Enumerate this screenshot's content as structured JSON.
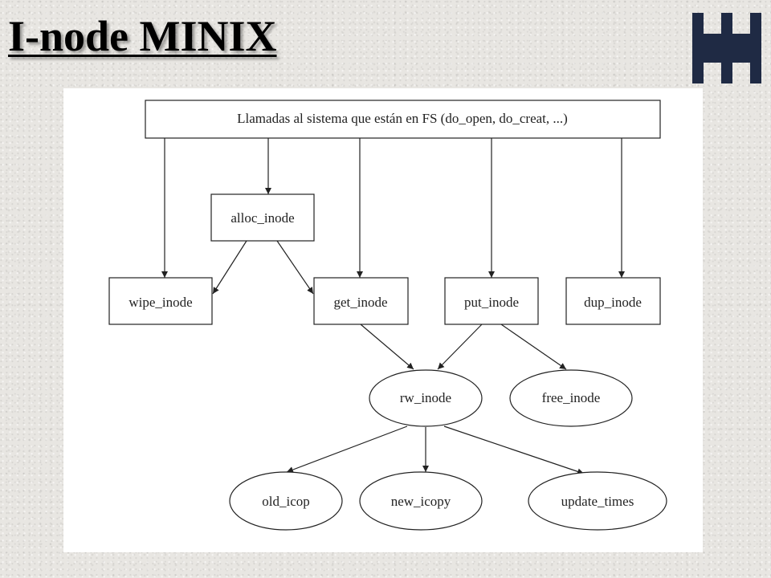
{
  "slide": {
    "title": "I-node MINIX"
  },
  "logo": {
    "icon": "utn-logo-icon",
    "color": "#1f2a44"
  },
  "diagram": {
    "nodes": {
      "syscalls": "Llamadas al sistema que están en FS (do_open, do_creat, ...)",
      "alloc_inode": "alloc_inode",
      "wipe_inode": "wipe_inode",
      "get_inode": "get_inode",
      "put_inode": "put_inode",
      "dup_inode": "dup_inode",
      "rw_inode": "rw_inode",
      "free_inode": "free_inode",
      "old_icopy": "old_icop",
      "new_icopy": "new_icopy",
      "update_times": "update_times"
    },
    "edges": [
      [
        "syscalls",
        "wipe_inode"
      ],
      [
        "syscalls",
        "alloc_inode"
      ],
      [
        "syscalls",
        "get_inode"
      ],
      [
        "syscalls",
        "put_inode"
      ],
      [
        "syscalls",
        "dup_inode"
      ],
      [
        "alloc_inode",
        "wipe_inode"
      ],
      [
        "alloc_inode",
        "get_inode"
      ],
      [
        "get_inode",
        "rw_inode"
      ],
      [
        "put_inode",
        "rw_inode"
      ],
      [
        "put_inode",
        "free_inode"
      ],
      [
        "rw_inode",
        "old_icopy"
      ],
      [
        "rw_inode",
        "new_icopy"
      ],
      [
        "rw_inode",
        "update_times"
      ]
    ]
  }
}
